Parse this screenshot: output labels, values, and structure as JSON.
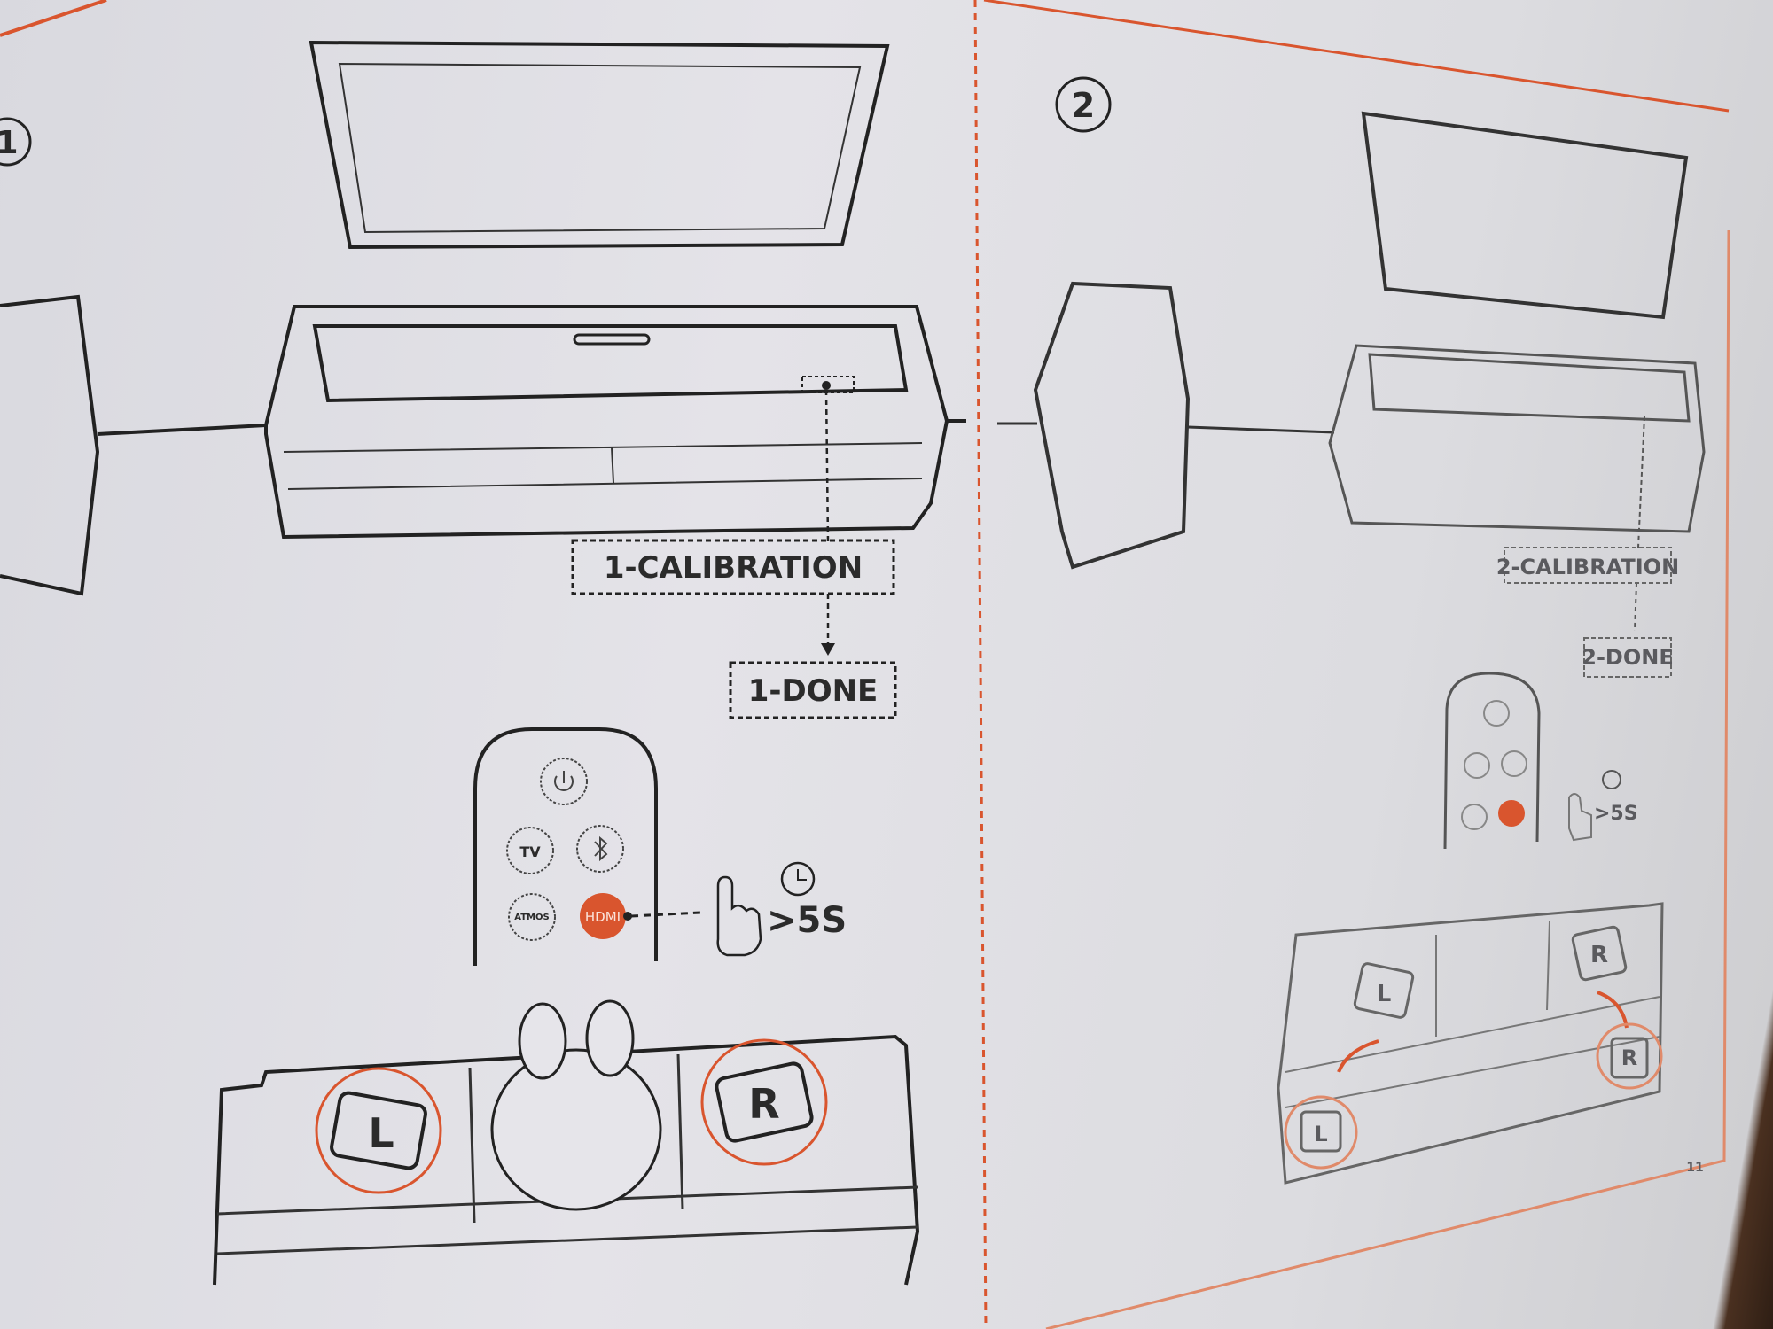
{
  "page_number": "11",
  "accent_color": "#d9552e",
  "step1": {
    "number": "1",
    "calibration_label": "1-CALIBRATION",
    "done_label": "1-DONE",
    "remote": {
      "tv": "TV",
      "atmos": "ATMOS",
      "hdmi": "HDMI"
    },
    "hold_time": ">5S",
    "left_speaker": "L",
    "right_speaker": "R"
  },
  "step2": {
    "number": "2",
    "calibration_label": "2-CALIBRATION",
    "done_label": "2-DONE",
    "hold_time": ">5S",
    "left_speaker": "L",
    "right_speaker": "R"
  }
}
